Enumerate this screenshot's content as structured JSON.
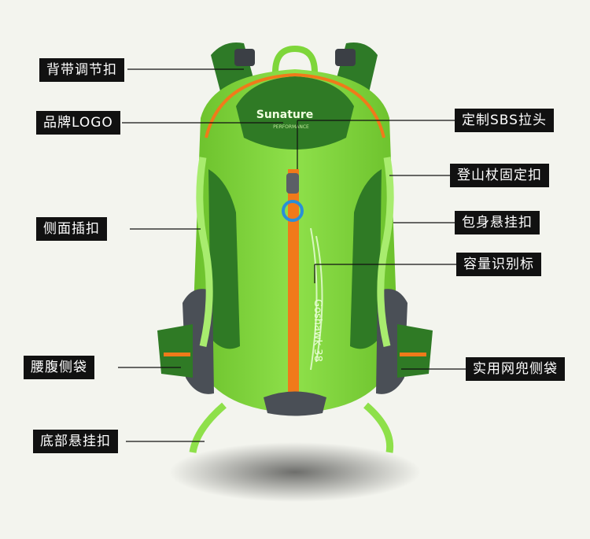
{
  "brand": {
    "name": "Sunature",
    "tagline": "PERFORMANCE",
    "model": "Goshawk 38"
  },
  "colors": {
    "background": "#f3f4ee",
    "body_green": "#7ed63a",
    "dark_green": "#2f7a25",
    "zipper_orange": "#f07a1a",
    "mesh_gray": "#4a4f56",
    "label_bg": "#111111",
    "label_text": "#ffffff"
  },
  "callouts": {
    "left": [
      {
        "text": "背带调节扣"
      },
      {
        "text": "品牌LOGO"
      },
      {
        "text": "侧面插扣"
      },
      {
        "text": "腰腹侧袋"
      },
      {
        "text": "底部悬挂扣"
      }
    ],
    "right": [
      {
        "text": "定制SBS拉头"
      },
      {
        "text": "登山杖固定扣"
      },
      {
        "text": "包身悬挂扣"
      },
      {
        "text": "容量识别标"
      },
      {
        "text": "实用网兜侧袋"
      }
    ]
  }
}
